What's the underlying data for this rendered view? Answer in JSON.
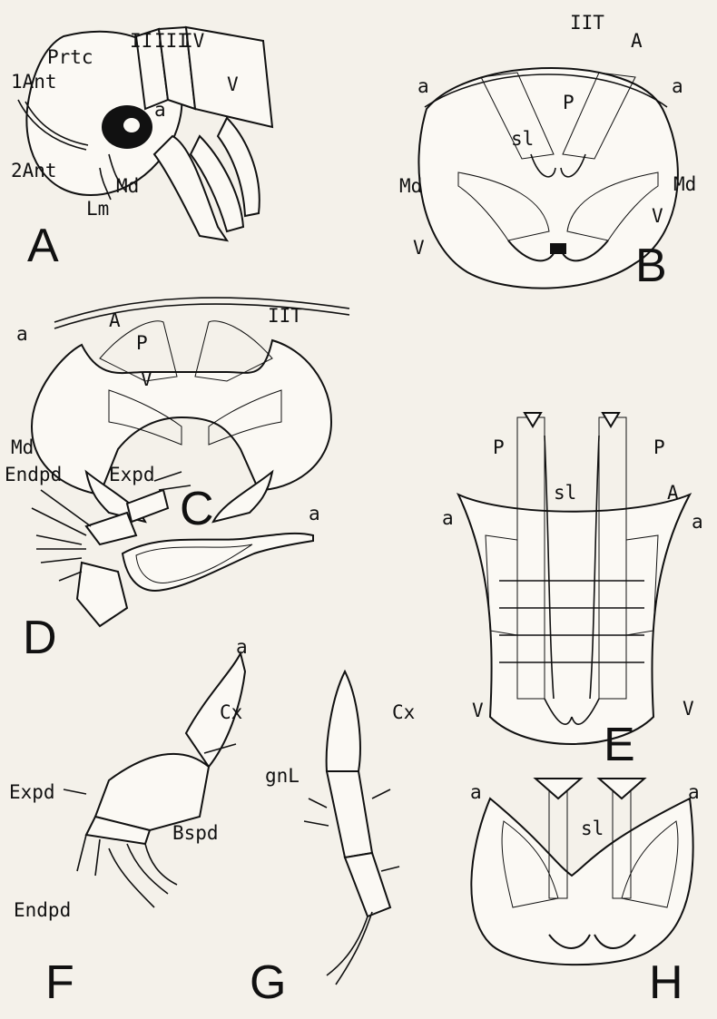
{
  "figure": {
    "panels": [
      {
        "letter": "A",
        "labels": [
          "1Ant",
          "Prtc",
          "II",
          "III",
          "IV",
          "V",
          "a",
          "2Ant",
          "Md",
          "Lm"
        ]
      },
      {
        "letter": "B",
        "labels": [
          "IIT",
          "A",
          "a",
          "a",
          "P",
          "sl",
          "Md",
          "Md",
          "V",
          "V"
        ]
      },
      {
        "letter": "C",
        "labels": [
          "a",
          "A",
          "IIT",
          "P",
          "V",
          "Md"
        ]
      },
      {
        "letter": "D",
        "labels": [
          "Endpd",
          "Expd",
          "a"
        ]
      },
      {
        "letter": "E",
        "labels": [
          "P",
          "P",
          "sl",
          "a",
          "a",
          "A",
          "V",
          "V"
        ]
      },
      {
        "letter": "F",
        "labels": [
          "a",
          "Cx",
          "Expd",
          "Bspd",
          "Endpd"
        ]
      },
      {
        "letter": "G",
        "labels": [
          "Cx",
          "gnL"
        ]
      },
      {
        "letter": "H",
        "labels": [
          "a",
          "a",
          "sl"
        ]
      }
    ]
  }
}
